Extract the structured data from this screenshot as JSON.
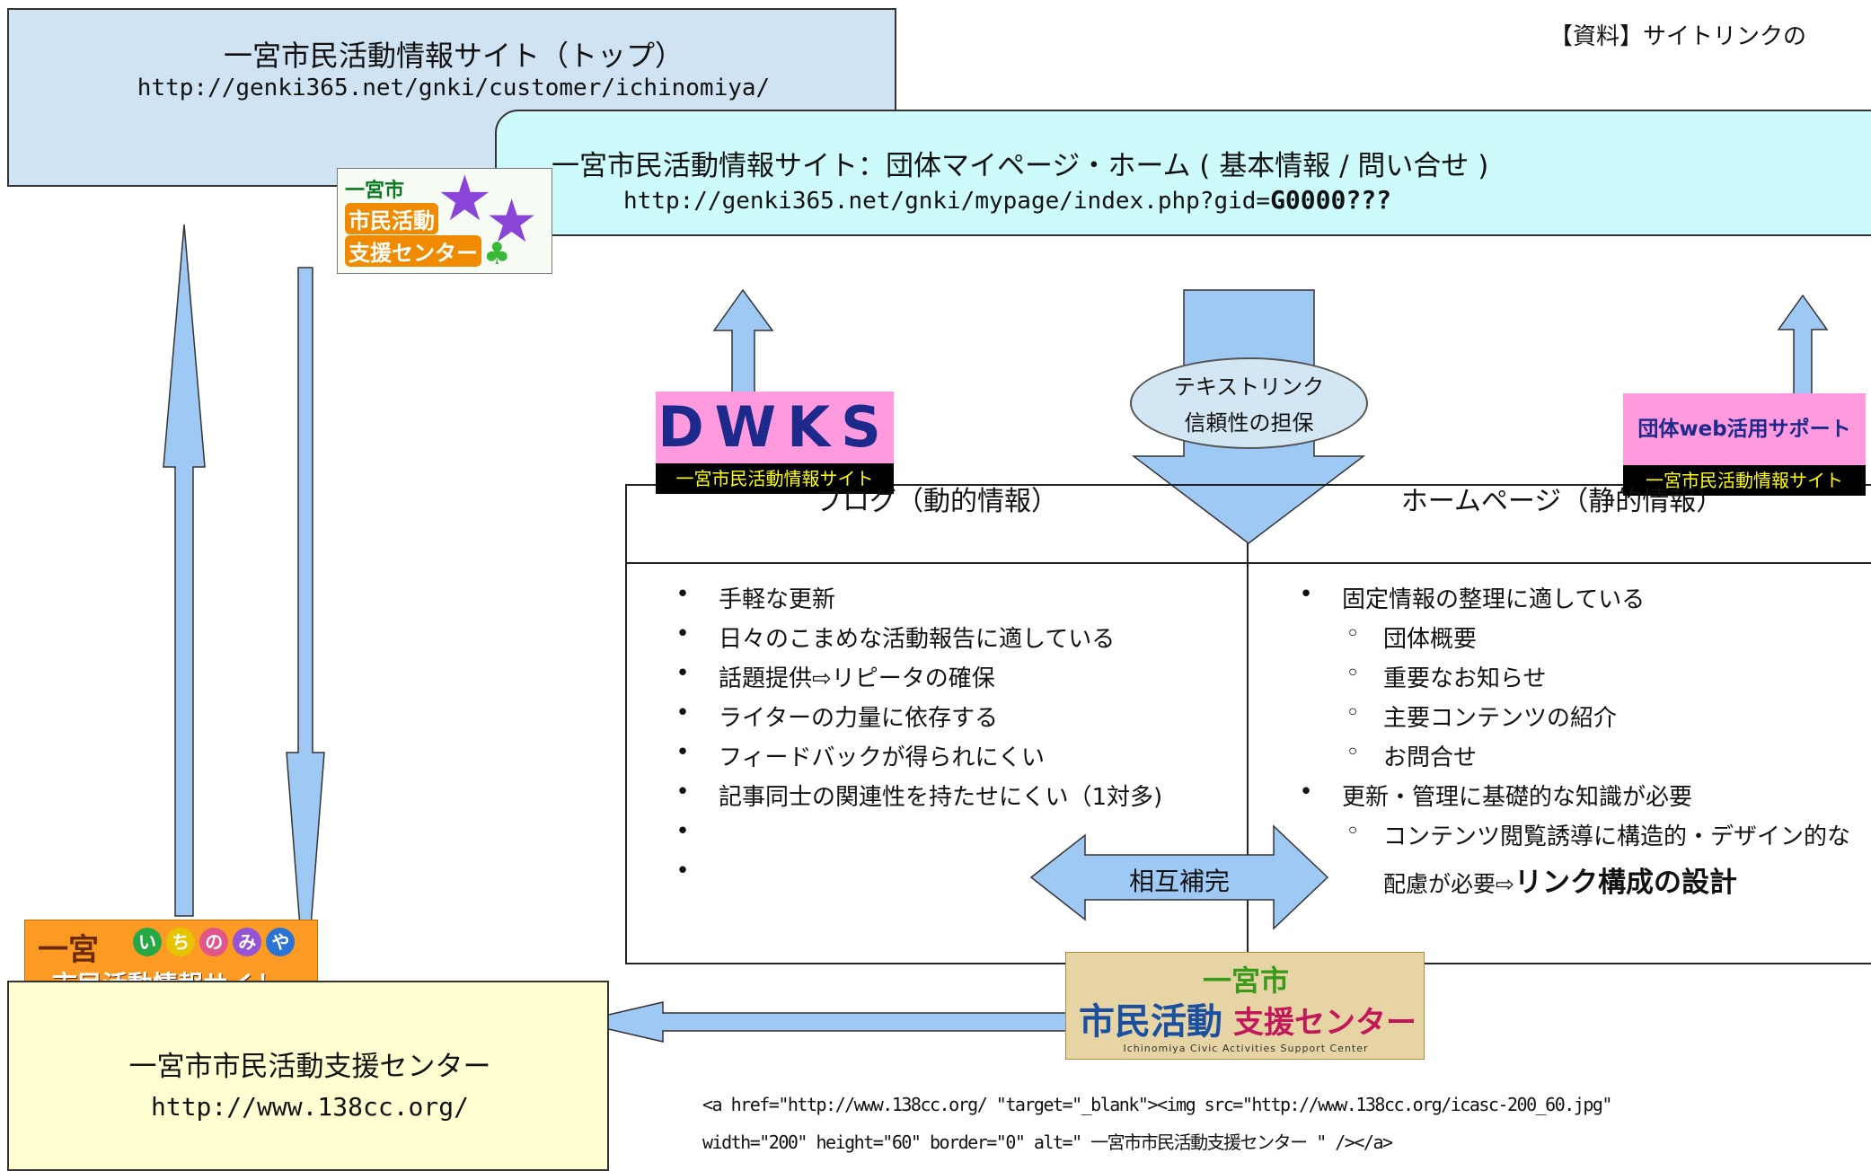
{
  "header_note": "【資料】サイトリンクの",
  "top_site": {
    "title": "一宮市民活動情報サイト（トップ）",
    "url": "http://genki365.net/gnki/customer/ichinomiya/"
  },
  "mypage": {
    "title": "一宮市民活動情報サイト：団体マイページ・ホーム ( 基本情報 / 問い合せ )",
    "url_prefix": "http://genki365.net/gnki/mypage/index.php?gid=",
    "url_gid": "G0000???"
  },
  "badge_center_small": {
    "line1": "一宮市",
    "line2": "市民活動",
    "line3": "支援センター"
  },
  "dwks": {
    "logo": "DWKS",
    "caption": "一宮市民活動情報サイト"
  },
  "support": {
    "label": "団体web活用サポート",
    "caption": "一宮市民活動情報サイト"
  },
  "trust_bubble": {
    "line1": "テキストリンク",
    "line2": "信頼性の担保"
  },
  "table": {
    "left_header": "ブログ（動的情報）",
    "right_header": "ホームページ（静的情報）",
    "left_items": [
      "手軽な更新",
      "日々のこまめな活動報告に適している",
      "話題提供⇨リピータの確保",
      "ライターの力量に依存する",
      "フィードバックが得られにくい",
      "記事同士の関連性を持たせにくい（1対多)",
      "",
      ""
    ],
    "right_item1": "固定情報の整理に適している",
    "right_sub1": [
      "団体概要",
      "重要なお知らせ",
      "主要コンテンツの紹介",
      "お問合せ"
    ],
    "right_item2": "更新・管理に基礎的な知識が必要",
    "right_sub2_line1": "コンテンツ閲覧誘導に構造的・デザイン的な",
    "right_sub2_line2_prefix": "配慮が必要⇨",
    "right_sub2_line2_bold": "リンク構成の設計"
  },
  "mutual": "相互補完",
  "badge_ichinomiya": {
    "top": "一宮",
    "hira": [
      "い",
      "ち",
      "の",
      "み",
      "や"
    ],
    "bottom": "市民活動情報サイト"
  },
  "center_site": {
    "title": "一宮市市民活動支援センター",
    "url": "http://www.138cc.org/"
  },
  "center_logo": {
    "main": "一宮市",
    "row2a": "市民活動",
    "row2b": "支援センター",
    "sub": "Ichinomiya Civic Activities Support Center"
  },
  "code_line1": "<a href=\"http://www.138cc.org/ \"target=\"_blank\"><img src=\"http://www.138cc.org/icasc-200_60.jpg\"",
  "code_line2": "width=\"200\" height=\"60\" border=\"0\" alt=\" 一宮市市民活動支援センター \" /></a>",
  "colors": {
    "top_box": "#cfe3f3",
    "mypage_box": "#cdfbfb",
    "arrow": "#9ec9f5",
    "arrow_stroke": "#333333",
    "center_box": "#ffffd2",
    "bubble": "#d3e6f3",
    "dwks_pink": "#ff9ade",
    "dwks_blue": "#1d2a8c"
  }
}
